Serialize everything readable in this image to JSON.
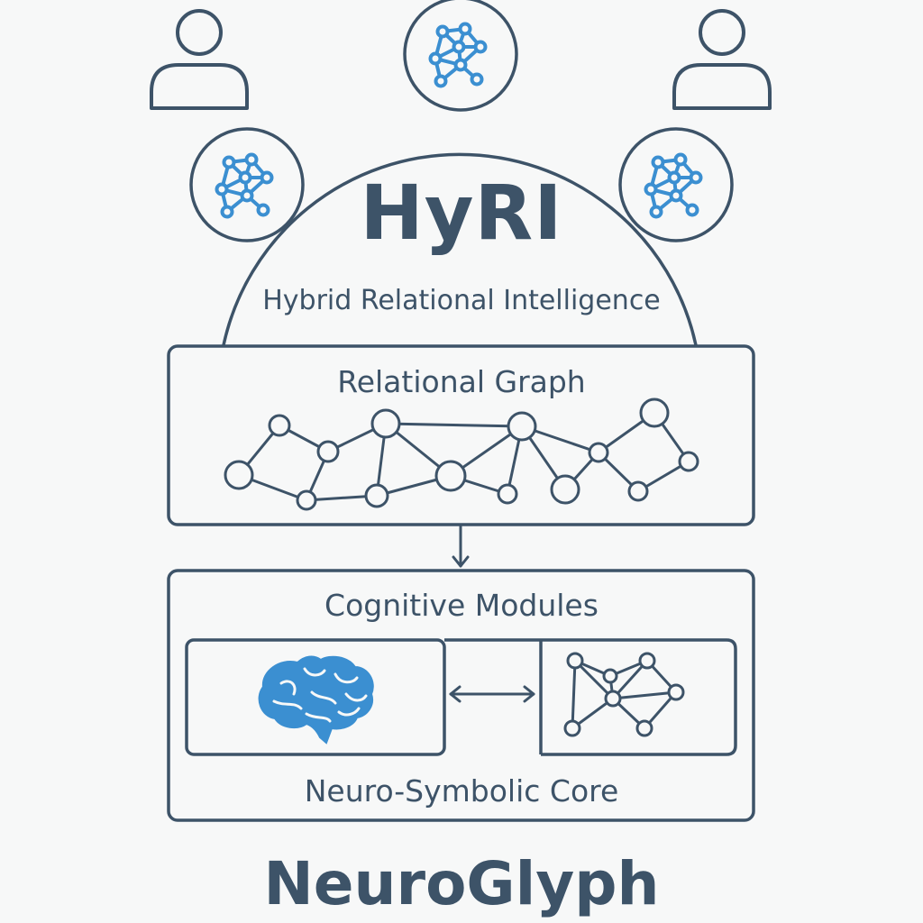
{
  "hyri": {
    "title": "HyRI",
    "subtitle": "Hybrid Relational Intelligence"
  },
  "relational_graph": {
    "title": "Relational Graph"
  },
  "cognitive_modules": {
    "title": "Cognitive Modules",
    "core_label": "Neuro-Symbolic Core"
  },
  "brand": {
    "name": "NeuroGlyph"
  },
  "colors": {
    "stroke": "#3d5368",
    "accent": "#3b8fd1",
    "background": "#f7f8f8"
  },
  "icons": {
    "users": [
      "user-icon",
      "user-icon"
    ],
    "network_badges": [
      "network-icon",
      "network-icon",
      "network-icon"
    ],
    "brain": "brain-icon",
    "symbolic_graph": "graph-icon",
    "exchange_arrow": "double-arrow-icon",
    "flow_arrow": "arrow-down-icon"
  }
}
